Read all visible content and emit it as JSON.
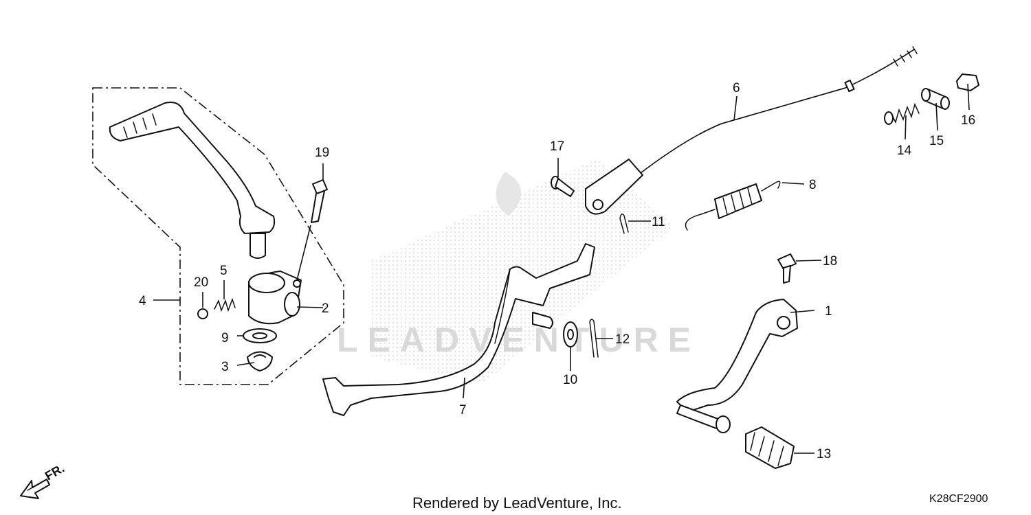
{
  "callouts": {
    "c1": "1",
    "c2": "2",
    "c3": "3",
    "c4": "4",
    "c5": "5",
    "c6": "6",
    "c7": "7",
    "c8": "8",
    "c9": "9",
    "c10": "10",
    "c11": "11",
    "c12": "12",
    "c13": "13",
    "c14": "14",
    "c15": "15",
    "c16": "16",
    "c17": "17",
    "c18": "18",
    "c19": "19",
    "c20": "20"
  },
  "watermark": "LEADVENTURE",
  "front_marker": "FR.",
  "footer": "Rendered by LeadVenture, Inc.",
  "diagram_code": "K28CF2900"
}
